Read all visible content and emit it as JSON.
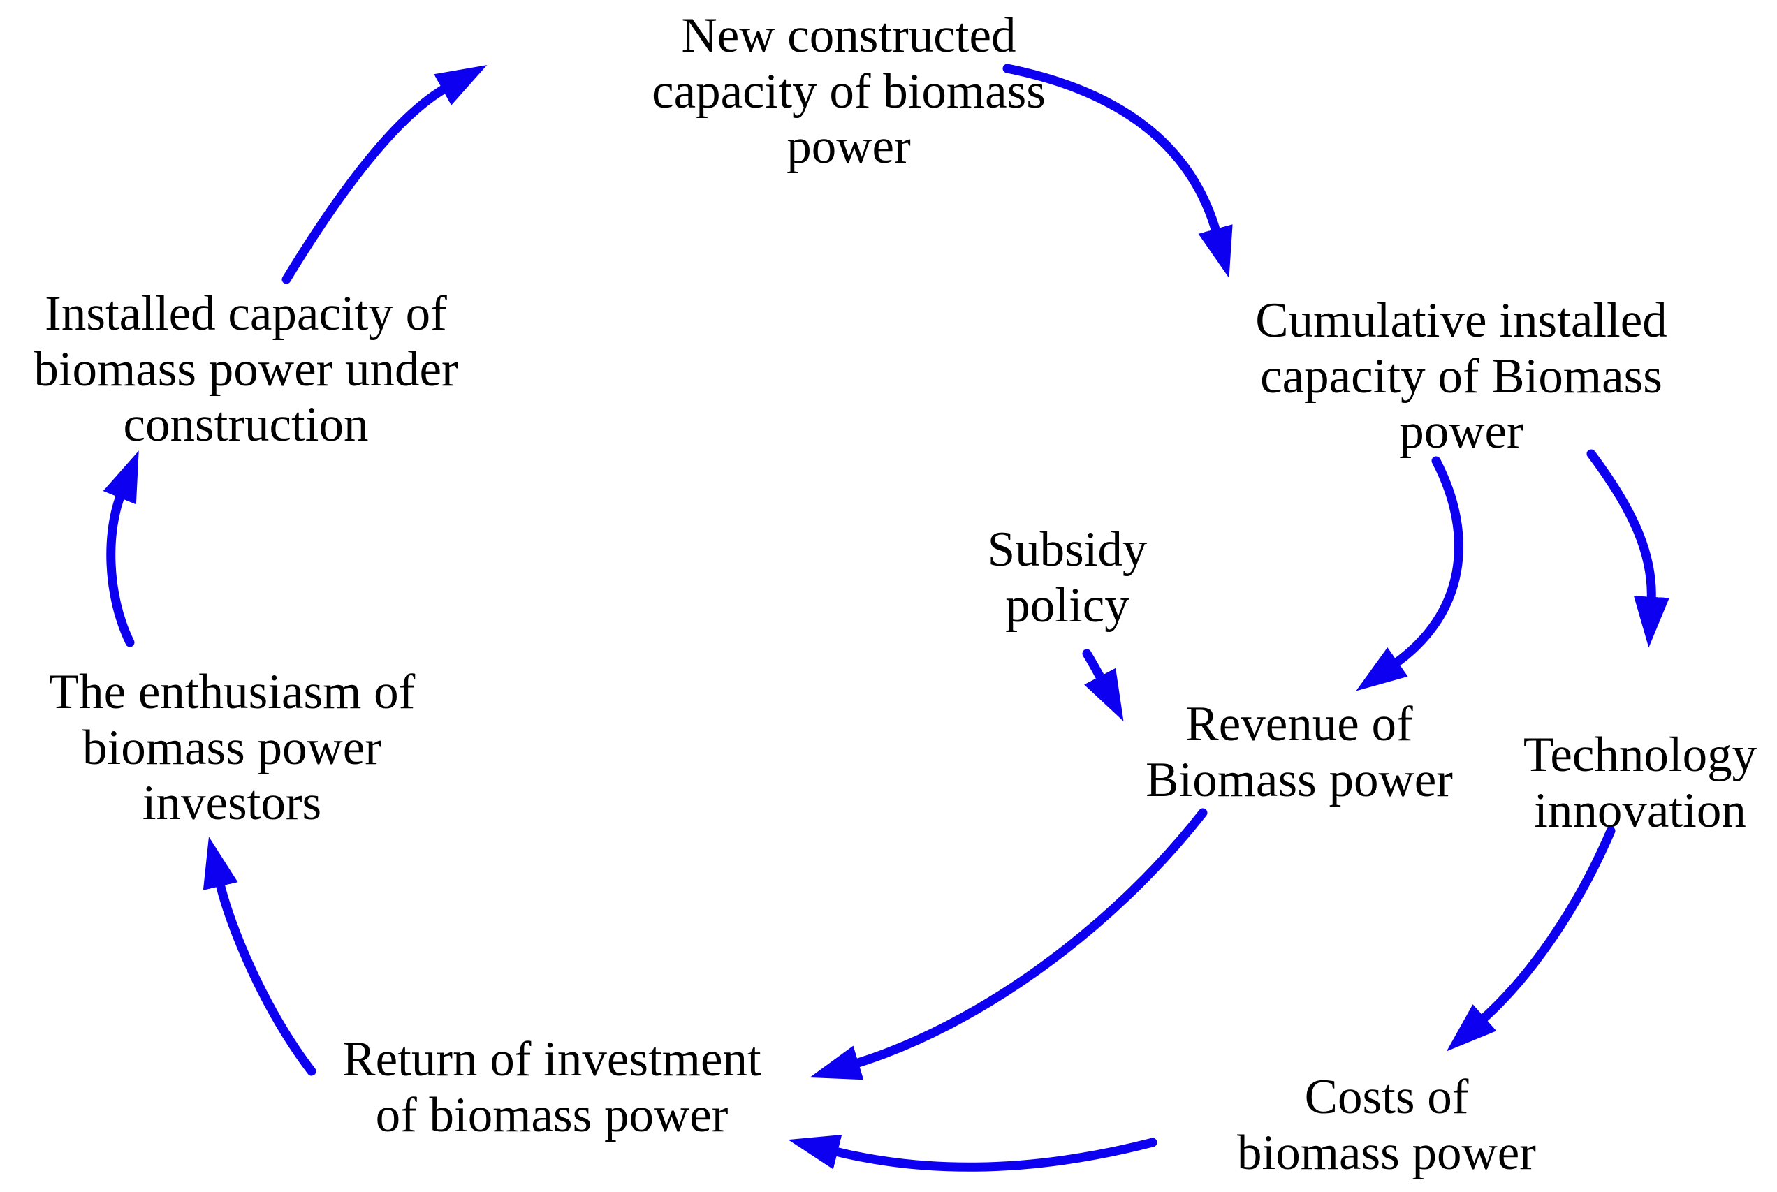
{
  "diagram": {
    "type": "causal-loop-diagram",
    "background_color": "#ffffff",
    "text_color": "#000000",
    "arrow_color": "#0d00f0",
    "nodes": {
      "new_constructed_capacity": {
        "label": "New constructed\ncapacity of biomass\npower"
      },
      "cumulative_installed_capacity": {
        "label": "Cumulative installed\ncapacity of Biomass\npower"
      },
      "subsidy_policy": {
        "label": "Subsidy\npolicy"
      },
      "revenue": {
        "label": "Revenue of\nBiomass power"
      },
      "technology_innovation": {
        "label": "Technology\ninnovation"
      },
      "costs": {
        "label": "Costs of\nbiomass power"
      },
      "return_of_investment": {
        "label": "Return of investment\nof biomass power"
      },
      "enthusiasm_of_investors": {
        "label": "The enthusiasm of\nbiomass power\ninvestors"
      },
      "installed_capacity_under_construction": {
        "label": "Installed capacity of\nbiomass power under\nconstruction"
      }
    },
    "edges": [
      {
        "from": "installed_capacity_under_construction",
        "to": "new_constructed_capacity"
      },
      {
        "from": "new_constructed_capacity",
        "to": "cumulative_installed_capacity"
      },
      {
        "from": "cumulative_installed_capacity",
        "to": "revenue"
      },
      {
        "from": "cumulative_installed_capacity",
        "to": "technology_innovation"
      },
      {
        "from": "subsidy_policy",
        "to": "revenue"
      },
      {
        "from": "technology_innovation",
        "to": "costs"
      },
      {
        "from": "revenue",
        "to": "return_of_investment"
      },
      {
        "from": "costs",
        "to": "return_of_investment"
      },
      {
        "from": "return_of_investment",
        "to": "enthusiasm_of_investors"
      },
      {
        "from": "enthusiasm_of_investors",
        "to": "installed_capacity_under_construction"
      }
    ]
  }
}
